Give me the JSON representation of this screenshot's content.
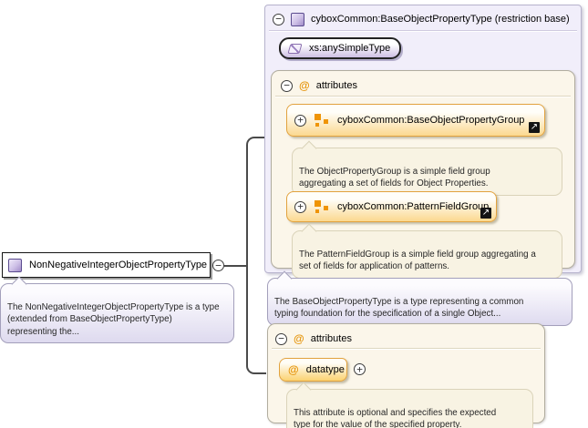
{
  "glyphs": {
    "minus": "−",
    "plus": "+",
    "at": "@",
    "link_arrow": "↗"
  },
  "colors": {
    "accent_orange": "#e2a23e",
    "orange_fill": "#fbd88f",
    "lavender_panel": "#f1eefa",
    "cream_panel": "#fbf6ea",
    "purple_icon": "#a08bc8",
    "line": "#4a4a4a"
  },
  "main_type": {
    "label": "NonNegativeIntegerObjectPropertyType",
    "annotation": "The NonNegativeIntegerObjectPropertyType is a type\n(extended from BaseObjectPropertyType)\nrepresenting the..."
  },
  "base": {
    "title": "cyboxCommon:BaseObjectPropertyType (restriction base)",
    "simple_type": "xs:anySimpleType",
    "annotation": "The BaseObjectPropertyType is a type representing a common\ntyping foundation for the specification of a single Object...",
    "attributes": {
      "title": "attributes",
      "groups": [
        {
          "label": "cyboxCommon:BaseObjectPropertyGroup",
          "annotation": "The ObjectPropertyGroup is a simple field group\naggregating a set of fields for Object Properties."
        },
        {
          "label": "cyboxCommon:PatternFieldGroup",
          "annotation": "The PatternFieldGroup is a simple field group aggregating a\nset of fields for application of patterns."
        }
      ]
    }
  },
  "own_attributes": {
    "title": "attributes",
    "items": [
      {
        "label": "datatype",
        "annotation": "This attribute is optional and specifies the expected\ntype for the value of the specified property."
      }
    ]
  }
}
